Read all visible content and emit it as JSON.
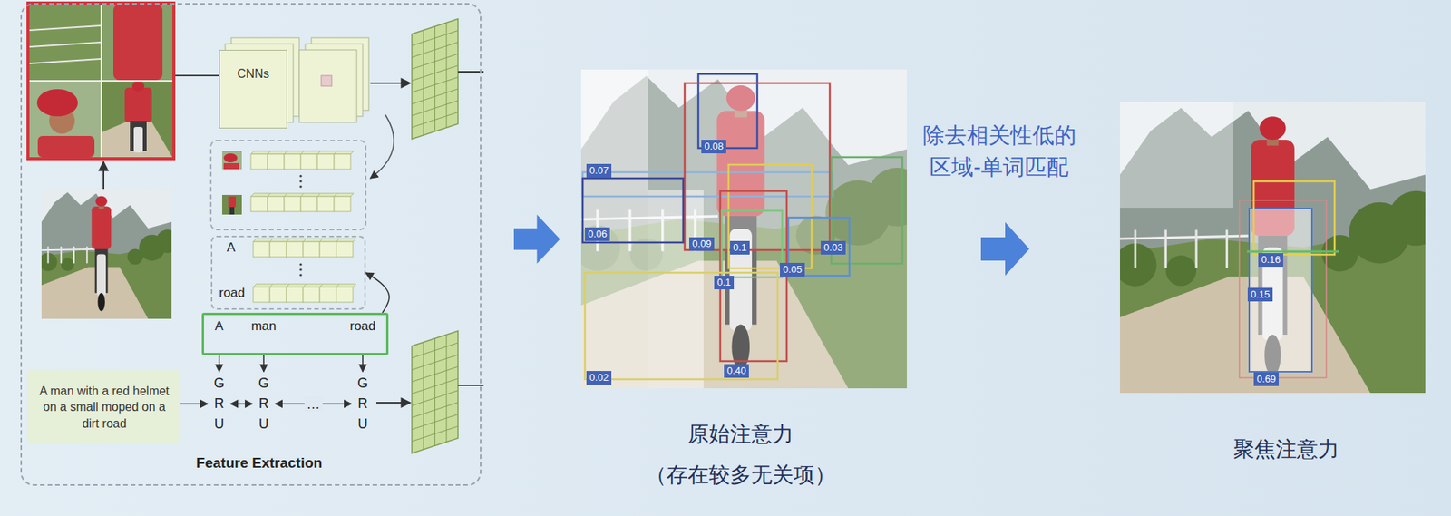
{
  "diagram": {
    "nodes": [
      {
        "text": [
          "Feature Extraction"
        ]
      },
      {
        "text": [
          "CNNs"
        ],
        "in": 0
      },
      {
        "text": [
          "A",
          "road"
        ],
        "in": 0
      },
      {
        "text": [
          "A",
          "man",
          "road"
        ],
        "in": 0
      },
      {
        "text": [
          "G R U"
        ],
        "in": 0
      },
      {
        "text": [
          "G R U"
        ],
        "in": 0
      },
      {
        "text": [
          "G R U"
        ],
        "in": 0
      },
      {
        "text": [
          "A man with a red helmet on a small moped on a dirt road"
        ],
        "in": 0
      }
    ],
    "edges": [
      {
        "from": 3,
        "to": 4,
        "arrow": "to"
      },
      {
        "from": 3,
        "to": 5,
        "arrow": "to"
      },
      {
        "from": 3,
        "to": 6,
        "arrow": "to"
      },
      {
        "from": 4,
        "to": 5,
        "arrow": "both"
      },
      {
        "from": 5,
        "to": 6,
        "arrow": "both",
        "label": "…"
      },
      {
        "from": 7,
        "to": 4,
        "arrow": "to"
      },
      {
        "from": 3,
        "to": 2,
        "arrow": "to"
      }
    ],
    "labels": [
      "0.08",
      "0.07",
      "0.06",
      "0.09",
      "0.1",
      "0.05",
      "0.03",
      "0.1",
      "0.40",
      "0.02",
      "原始注意力",
      "（存在较多无关项）",
      "除去相关性低的 区域-单词匹配",
      "0.16",
      "0.15",
      "0.69",
      "聚焦注意力"
    ]
  }
}
